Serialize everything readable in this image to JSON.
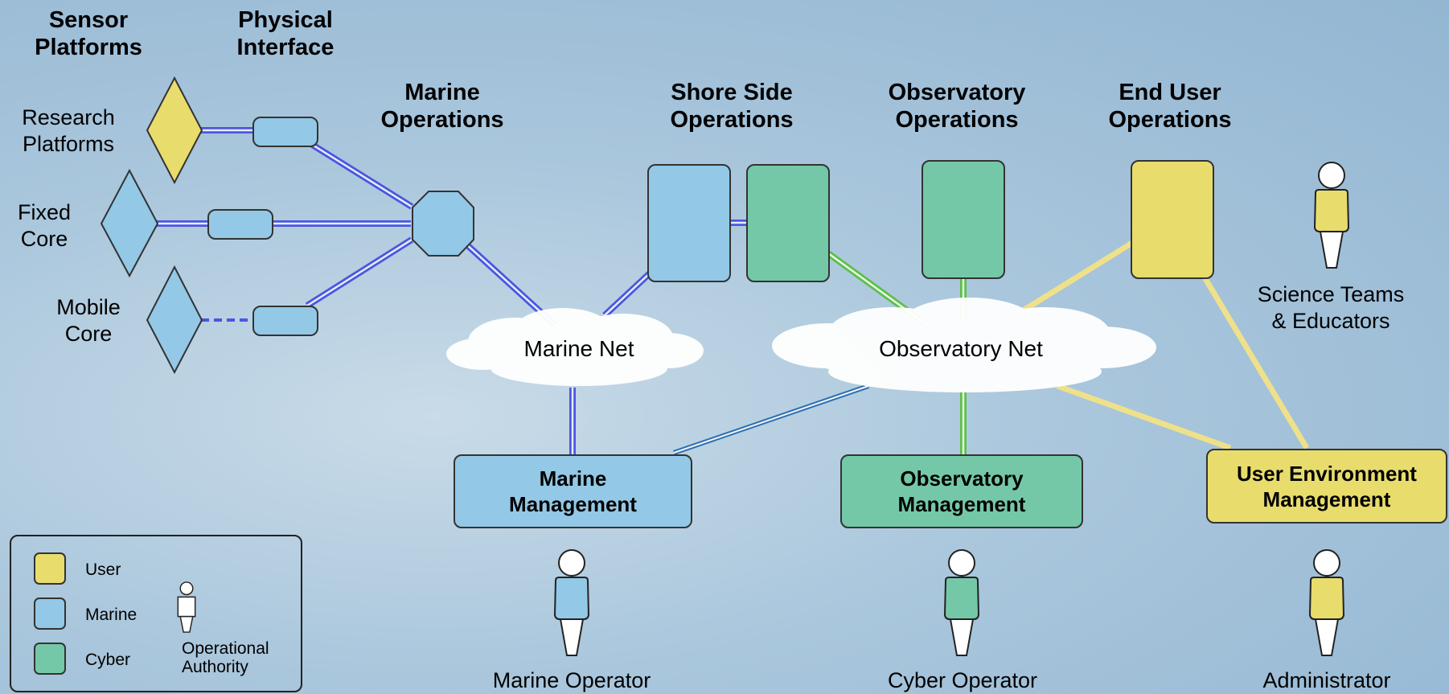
{
  "colors": {
    "user": "#e8dc6c",
    "marine": "#93c8e6",
    "cyber": "#74c8a8",
    "line_marine": "#4b56e0",
    "line_cyber": "#5cbf4a",
    "line_user": "#efe08a"
  },
  "headers": {
    "sensor_platforms": "Sensor\nPlatforms",
    "physical_interface": "Physical\nInterface",
    "marine_operations": "Marine\nOperations",
    "shore_side_operations": "Shore Side\nOperations",
    "observatory_operations": "Observatory\nOperations",
    "end_user_operations": "End User\nOperations"
  },
  "platforms": {
    "research": "Research\nPlatforms",
    "fixed": "Fixed\nCore",
    "mobile": "Mobile\nCore"
  },
  "clouds": {
    "marine_net": "Marine Net",
    "observatory_net": "Observatory Net"
  },
  "management": {
    "marine": "Marine\nManagement",
    "observatory": "Observatory\nManagement",
    "user_env": "User Environment\nManagement"
  },
  "people": {
    "science": "Science Teams\n& Educators",
    "marine_operator": "Marine Operator",
    "cyber_operator": "Cyber Operator",
    "administrator": "Administrator"
  },
  "legend": {
    "user": "User",
    "marine": "Marine",
    "cyber": "Cyber",
    "authority": "Operational\nAuthority"
  }
}
